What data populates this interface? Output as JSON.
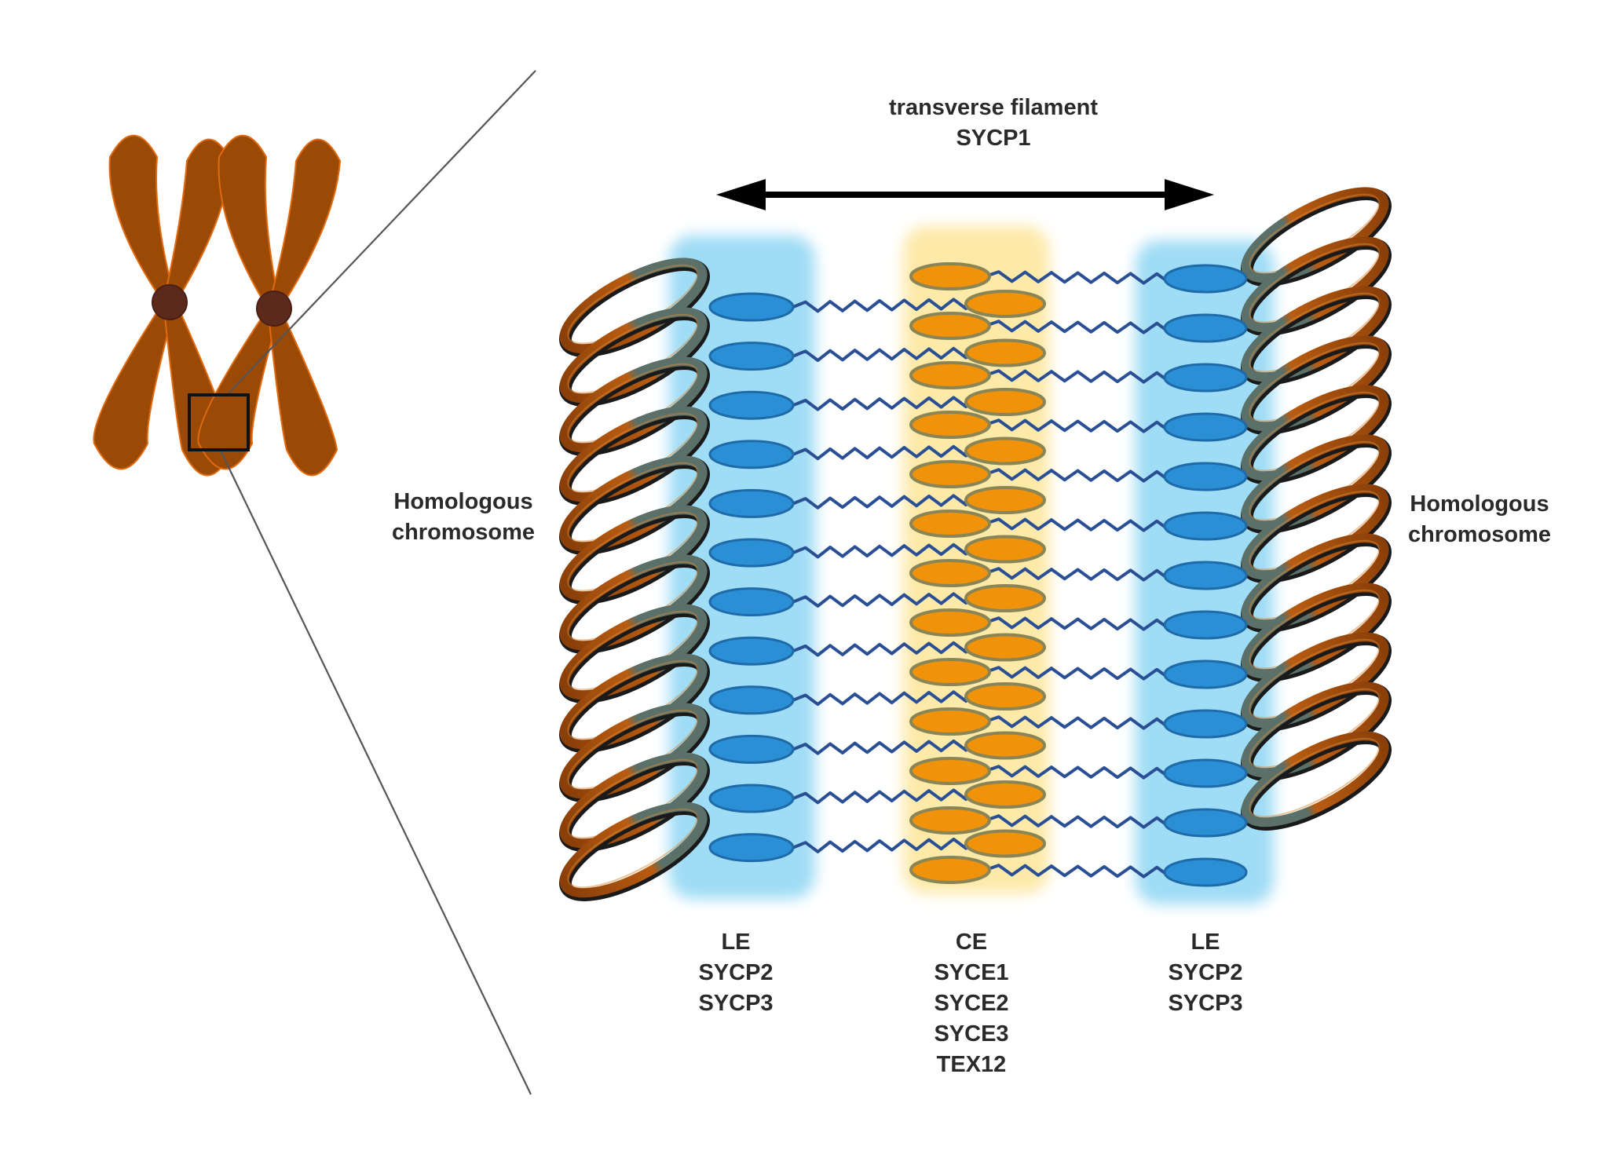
{
  "diagram": {
    "subject": "Synaptonemal complex between homologous chromosomes",
    "colors": {
      "chromosome": "#9a4a05",
      "chromosome_outline": "#e06a10",
      "centromere": "#5c2a1c",
      "coil_brown": "#a0500e",
      "coil_grey": "#5a7068",
      "lateral_band": "#9fdcf5",
      "central_band": "#fde9a8",
      "lateral_element": "#2b8fd6",
      "lateral_outline": "#1f6aa8",
      "central_element": "#f0920a",
      "central_outline": "#8a8556",
      "filament": "#2a4f94",
      "arrow": "#000000",
      "zoom_line": "#555555"
    },
    "title": {
      "line1": "transverse filament",
      "line2": "SYCP1"
    },
    "left_chromosome_label": {
      "line1": "Homologous",
      "line2": "chromosome"
    },
    "right_chromosome_label": {
      "line1": "Homologous",
      "line2": "chromosome"
    },
    "columns": [
      {
        "id": "le-left",
        "name": "LE",
        "proteins": [
          "SYCP2",
          "SYCP3"
        ]
      },
      {
        "id": "ce",
        "name": "CE",
        "proteins": [
          "SYCE1",
          "SYCE2",
          "SYCE3",
          "TEX12"
        ]
      },
      {
        "id": "le-right",
        "name": "LE",
        "proteins": [
          "SYCP2",
          "SYCP3"
        ]
      }
    ],
    "counts": {
      "left_lateral_units": 12,
      "right_lateral_units": 13,
      "central_units": 25,
      "left_coil_loops": 12,
      "right_coil_loops": 12,
      "chromosomes_in_overview": 2
    }
  }
}
